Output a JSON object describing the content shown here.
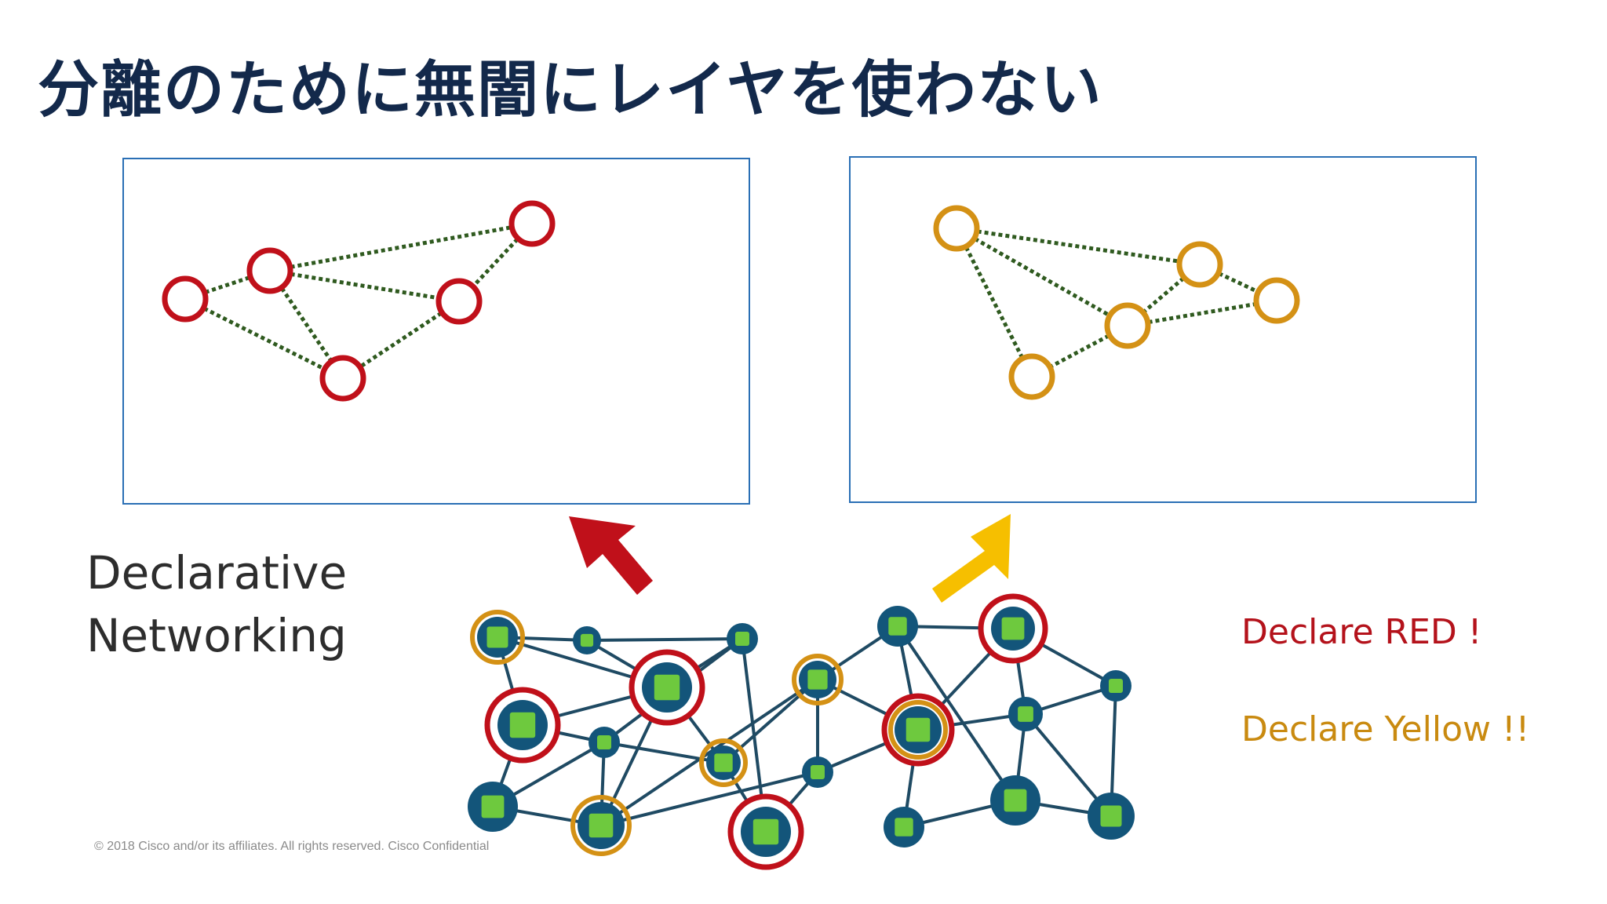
{
  "slide": {
    "title": "分離のために無闇にレイヤを使わない",
    "left_label_line1": "Declarative",
    "left_label_line2": "Networking",
    "declare_red": "Declare RED !",
    "declare_yellow": "Declare Yellow !!",
    "copyright": "© 2018  Cisco and/or its affiliates. All rights reserved.   Cisco Confidential"
  },
  "colors": {
    "title": "#13294b",
    "panel_border": "#2a6fb5",
    "red": "#c0101a",
    "yellow": "#d49115",
    "yellow_arrow": "#f6bf00",
    "link_dotted": "#2f5a1f",
    "network_link": "#1f4a63",
    "network_node": "#13557a",
    "icon_green": "#6ec93e"
  },
  "red_overlay": {
    "nodes": [
      "r1",
      "r2",
      "r3",
      "r4",
      "r5"
    ],
    "links": [
      [
        "r1",
        "r2"
      ],
      [
        "r1",
        "r5"
      ],
      [
        "r2",
        "r3"
      ],
      [
        "r2",
        "r4"
      ],
      [
        "r2",
        "r5"
      ],
      [
        "r3",
        "r4"
      ],
      [
        "r4",
        "r5"
      ]
    ]
  },
  "yellow_overlay": {
    "nodes": [
      "y1",
      "y2",
      "y3",
      "y4",
      "y5"
    ],
    "links": [
      [
        "y1",
        "y2"
      ],
      [
        "y1",
        "y3"
      ],
      [
        "y1",
        "y5"
      ],
      [
        "y2",
        "y3"
      ],
      [
        "y2",
        "y4"
      ],
      [
        "y3",
        "y4"
      ],
      [
        "y3",
        "y5"
      ]
    ]
  },
  "network": {
    "nodes": [
      {
        "id": "n1",
        "icon": "tablet-icon",
        "ring": "yellow"
      },
      {
        "id": "n2",
        "icon": "user-icon",
        "ring": "none"
      },
      {
        "id": "n3",
        "icon": "headset-icon",
        "ring": "none"
      },
      {
        "id": "n4",
        "icon": "video-camera-icon",
        "ring": "none"
      },
      {
        "id": "n5",
        "icon": "factory-icon",
        "ring": "red"
      },
      {
        "id": "n6",
        "icon": "windows-icon",
        "ring": "red"
      },
      {
        "id": "n7",
        "icon": "server-icon",
        "ring": "yellow"
      },
      {
        "id": "n8",
        "icon": "monitor-icon",
        "ring": "none"
      },
      {
        "id": "n9",
        "icon": "building-icon",
        "ring": "red"
      },
      {
        "id": "n10",
        "icon": "robot-arm-icon",
        "ring": "none"
      },
      {
        "id": "n11",
        "icon": "office-building-icon",
        "ring": "yellow"
      },
      {
        "id": "n12",
        "icon": "app-store-icon",
        "ring": "none"
      },
      {
        "id": "n13",
        "icon": "video-conference-icon",
        "ring": "red-yellow"
      },
      {
        "id": "n14",
        "icon": "tablet-icon",
        "ring": "none"
      },
      {
        "id": "n15",
        "icon": "mine-cart-icon",
        "ring": "none"
      },
      {
        "id": "n16",
        "icon": "water-drop-icon",
        "ring": "yellow"
      },
      {
        "id": "n17",
        "icon": "airplane-icon",
        "ring": "red"
      },
      {
        "id": "n18",
        "icon": "group-icon",
        "ring": "none"
      },
      {
        "id": "n19",
        "icon": "light-bulb-icon",
        "ring": "none"
      },
      {
        "id": "n20",
        "icon": "security-camera-icon",
        "ring": "none"
      }
    ],
    "links": [
      [
        "n1",
        "n2"
      ],
      [
        "n2",
        "n3"
      ],
      [
        "n1",
        "n6"
      ],
      [
        "n2",
        "n6"
      ],
      [
        "n3",
        "n6"
      ],
      [
        "n3",
        "n10"
      ],
      [
        "n4",
        "n5"
      ],
      [
        "n4",
        "n7"
      ],
      [
        "n4",
        "n13"
      ],
      [
        "n4",
        "n19"
      ],
      [
        "n5",
        "n13"
      ],
      [
        "n5",
        "n14"
      ],
      [
        "n5",
        "n8"
      ],
      [
        "n6",
        "n9"
      ],
      [
        "n6",
        "n11"
      ],
      [
        "n6",
        "n16"
      ],
      [
        "n7",
        "n11"
      ],
      [
        "n7",
        "n12"
      ],
      [
        "n7",
        "n13"
      ],
      [
        "n8",
        "n14"
      ],
      [
        "n8",
        "n20"
      ],
      [
        "n9",
        "n10"
      ],
      [
        "n9",
        "n15"
      ],
      [
        "n10",
        "n16"
      ],
      [
        "n10",
        "n11"
      ],
      [
        "n11",
        "n17"
      ],
      [
        "n12",
        "n16"
      ],
      [
        "n12",
        "n17"
      ],
      [
        "n12",
        "n13"
      ],
      [
        "n13",
        "n18"
      ],
      [
        "n13",
        "n14"
      ],
      [
        "n14",
        "n19"
      ],
      [
        "n14",
        "n20"
      ],
      [
        "n15",
        "n16"
      ],
      [
        "n15",
        "n10"
      ],
      [
        "n16",
        "n7"
      ],
      [
        "n18",
        "n19"
      ],
      [
        "n19",
        "n20"
      ],
      [
        "n1",
        "n9"
      ],
      [
        "n3",
        "n17"
      ]
    ]
  }
}
